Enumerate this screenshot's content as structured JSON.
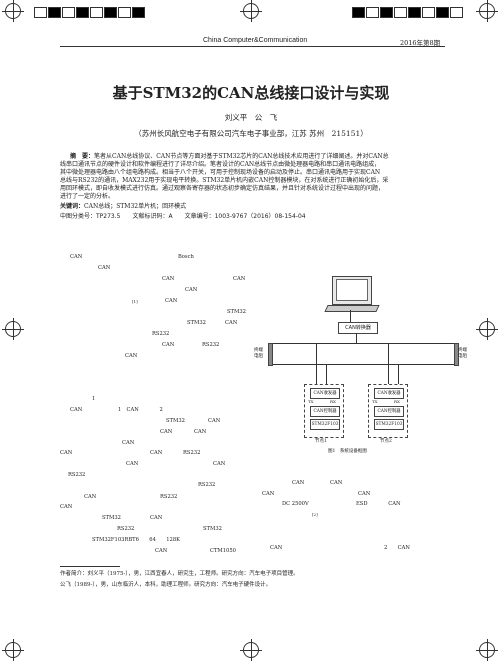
{
  "header": {
    "journal": "China Computer&Communication",
    "issue": "2016年第8期"
  },
  "article": {
    "title": "基于STM32的CAN总线接口设计与实现",
    "authors": "刘义平　公　飞",
    "affiliation": "（苏州长风航空电子有限公司汽车电子事业部，江苏 苏州　215151）",
    "abstract_label": "摘　要：",
    "abstract_lines": [
      "笔者从CAN总线协议、CAN节点等方面对基于STM32芯片的CAN总线技术应用进行了详细阐述。并对CAN总",
      "线串口通讯节点的硬件设计和软件编程进行了详尽介绍。笔者设计的CAN总线节点由微处理器电路和串口通讯电路组成，",
      "其中微处理器电路由八个组电路构成。相当于八个开关，可用于控制现场设备的启动及停止。串口通讯电路用于实现CAN",
      "总线与RS232的通讯，MAX232用于实现电平转换。STM32单片机内嵌CAN控制器模块，在对系统进行正确初始化后，采",
      "用回环模式，即自收发模式进行仿真。通过观察各寄存器的状态初步确定仿真结果，并且针对系统设计过程中出现的问题，",
      "进行了一定的分析。"
    ],
    "keywords_label": "关键词：",
    "keywords": "CAN总线；STM32单片机；回环模式",
    "classification": "中图分类号：TP273.5　　文献标识码：A　　文章编号：1003-9767（2016）08-154-04"
  },
  "body_fragments_left": [
    {
      "a": "CAN",
      "b": "Bosch"
    },
    {
      "a": "CAN",
      "b": ""
    },
    {
      "a": "CAN",
      "b": "CAN"
    },
    {
      "a": "CAN",
      "b": ""
    },
    {
      "a": "[1]",
      "b": "CAN"
    },
    {
      "a": "",
      "b": "STM32"
    },
    {
      "a": "STM32",
      "b": "CAN"
    },
    {
      "a": "RS232",
      "b": ""
    },
    {
      "a": "CAN",
      "b": "RS232"
    },
    {
      "a": "CAN",
      "b": ""
    },
    {
      "a": "1",
      "b": ""
    },
    {
      "a": "CAN",
      "b": "1　CAN　　　　2"
    },
    {
      "a": "STM32",
      "b": "CAN"
    },
    {
      "a": "CAN",
      "b": "CAN"
    },
    {
      "a": "CAN",
      "b": ""
    },
    {
      "a": "CAN",
      "b": "CAN　　　　RS232"
    },
    {
      "a": "CAN",
      "b": "CAN"
    },
    {
      "a": "RS232",
      "b": ""
    },
    {
      "a": "",
      "b": "RS232"
    },
    {
      "a": "CAN",
      "b": "RS232"
    },
    {
      "a": "CAN",
      "b": ""
    },
    {
      "a": "STM32",
      "b": "CAN"
    },
    {
      "a": "RS232",
      "b": "STM32"
    },
    {
      "a": "STM32F103RBT6　　64　　128K",
      "b": ""
    },
    {
      "a": "CAN",
      "b": "CTM1050"
    }
  ],
  "body_fragments_right": [
    {
      "a": "CAN",
      "b": "CAN"
    },
    {
      "a": "CAN",
      "b": "CAN"
    },
    {
      "a": "DC 2500V",
      "b": "ESD　　　　CAN"
    },
    {
      "a": "[2]",
      "b": ""
    },
    {
      "a": "CAN",
      "b": "2　　CAN"
    }
  ],
  "figure": {
    "converter_label": "CAN转换器",
    "left_resistor": "终端\n电阻",
    "right_resistor": "终端\n电阻",
    "node1": {
      "transceiver": "CAN收发器",
      "tx": "TX",
      "rx": "RX",
      "controller": "CAN控制器",
      "mcu": "STM32F103",
      "name": "节点1"
    },
    "node2": {
      "transceiver": "CAN收发器",
      "tx": "TX",
      "rx": "RX",
      "controller": "CAN控制器",
      "mcu": "STM32F103",
      "name": "节点2"
    },
    "caption": "图1　系统设备框图"
  },
  "footnotes": [
    "作者简介：刘义平（1975-），男，江西宜春人，研究生，工程师。研究方向：汽车电子项目管理。",
    "公飞（1989-），男，山东临沂人，本科，助理工程师。研究方向：汽车电子硬件设计。"
  ]
}
